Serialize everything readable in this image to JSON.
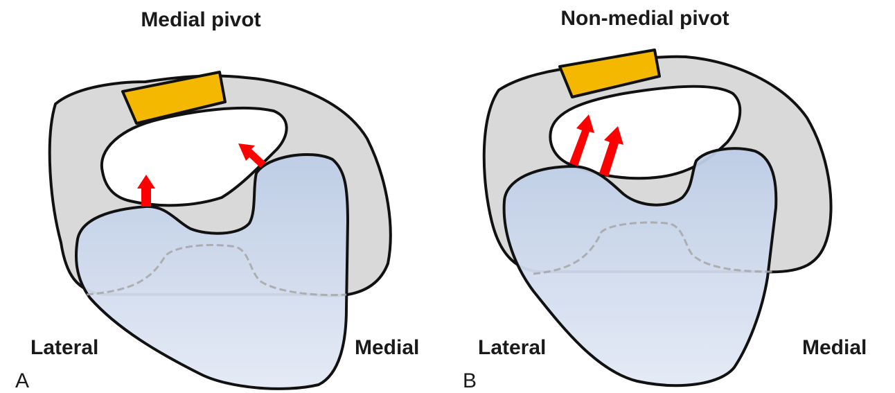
{
  "panels": [
    {
      "letter": "A",
      "title": "Medial pivot",
      "lateral_label": "Lateral",
      "medial_label": "Medial"
    },
    {
      "letter": "B",
      "title": "Non-medial pivot",
      "lateral_label": "Lateral",
      "medial_label": "Medial"
    }
  ],
  "colors": {
    "femur_fill": "#d9d9d9",
    "patella_fill": "#f5b800",
    "tibia_fill_top": "#bdcde6",
    "tibia_fill_bottom": "#e3e9f5",
    "arrow": "#ff0000",
    "outline": "#111111"
  }
}
